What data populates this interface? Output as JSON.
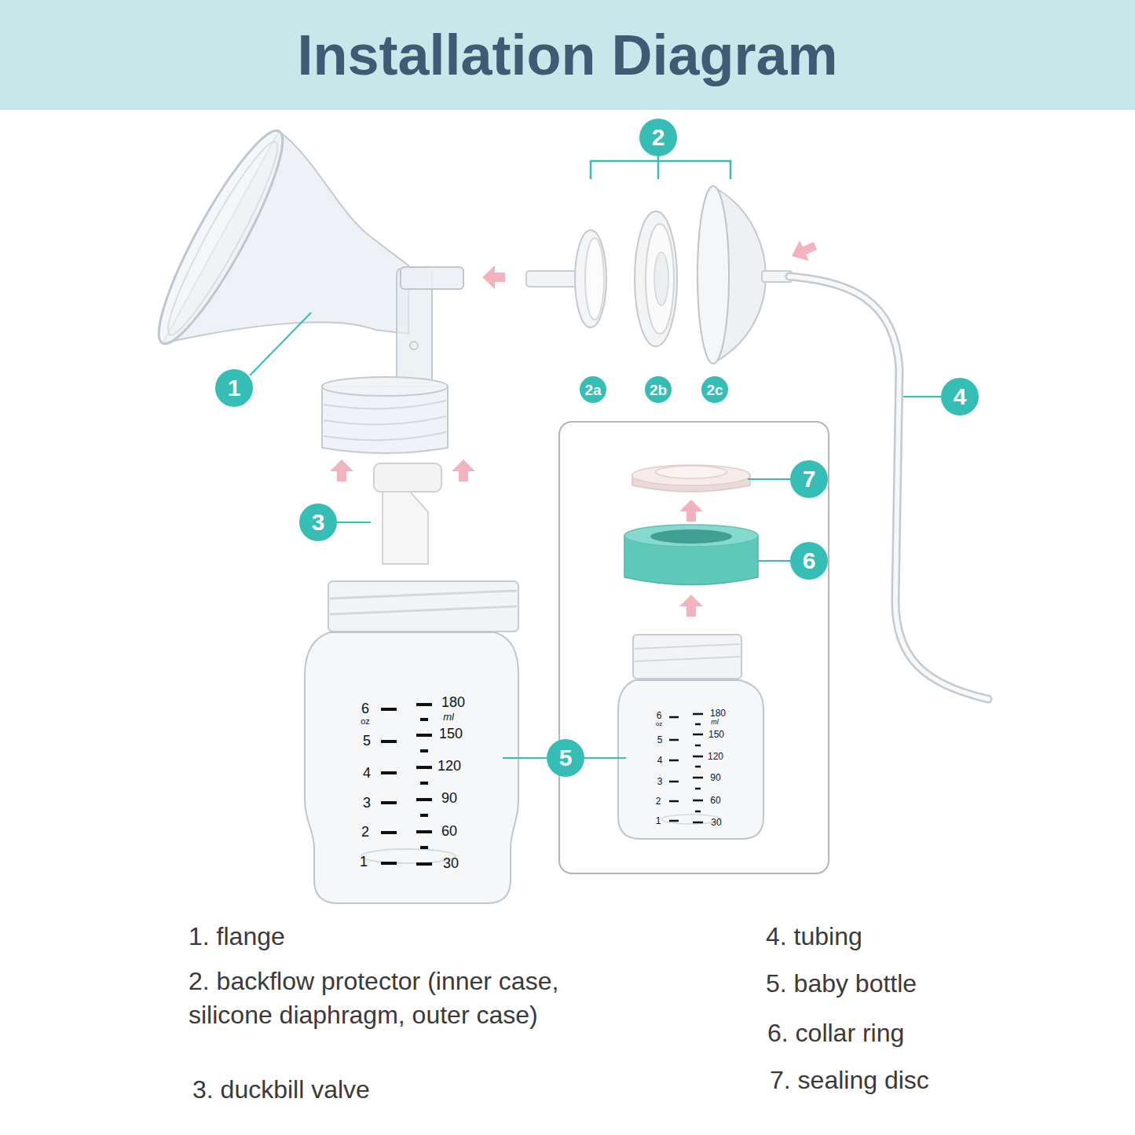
{
  "diagram": {
    "title": "Installation Diagram",
    "nodes": [
      {
        "text": [
          "1"
        ]
      },
      {
        "text": [
          "2"
        ]
      },
      {
        "text": [
          "2a"
        ]
      },
      {
        "text": [
          "2b"
        ]
      },
      {
        "text": [
          "2c"
        ]
      },
      {
        "text": [
          "3"
        ]
      },
      {
        "text": [
          "4"
        ]
      },
      {
        "text": [
          "5"
        ]
      },
      {
        "text": [
          "6"
        ]
      },
      {
        "text": [
          "7"
        ]
      }
    ],
    "labels": [
      "6",
      "oz",
      "5",
      "4",
      "3",
      "2",
      "1",
      "180",
      "ml",
      "150",
      "120",
      "90",
      "60",
      "30",
      "6",
      "oz",
      "5",
      "4",
      "3",
      "2",
      "1",
      "180",
      "ml",
      "150",
      "120",
      "90",
      "60",
      "30",
      "1. flange",
      "2. backflow protector (inner case, silicone diaphragm, outer case)",
      "3. duckbill valve",
      "4. tubing",
      "5. baby bottle",
      "6. collar ring",
      "7. sealing disc"
    ]
  }
}
